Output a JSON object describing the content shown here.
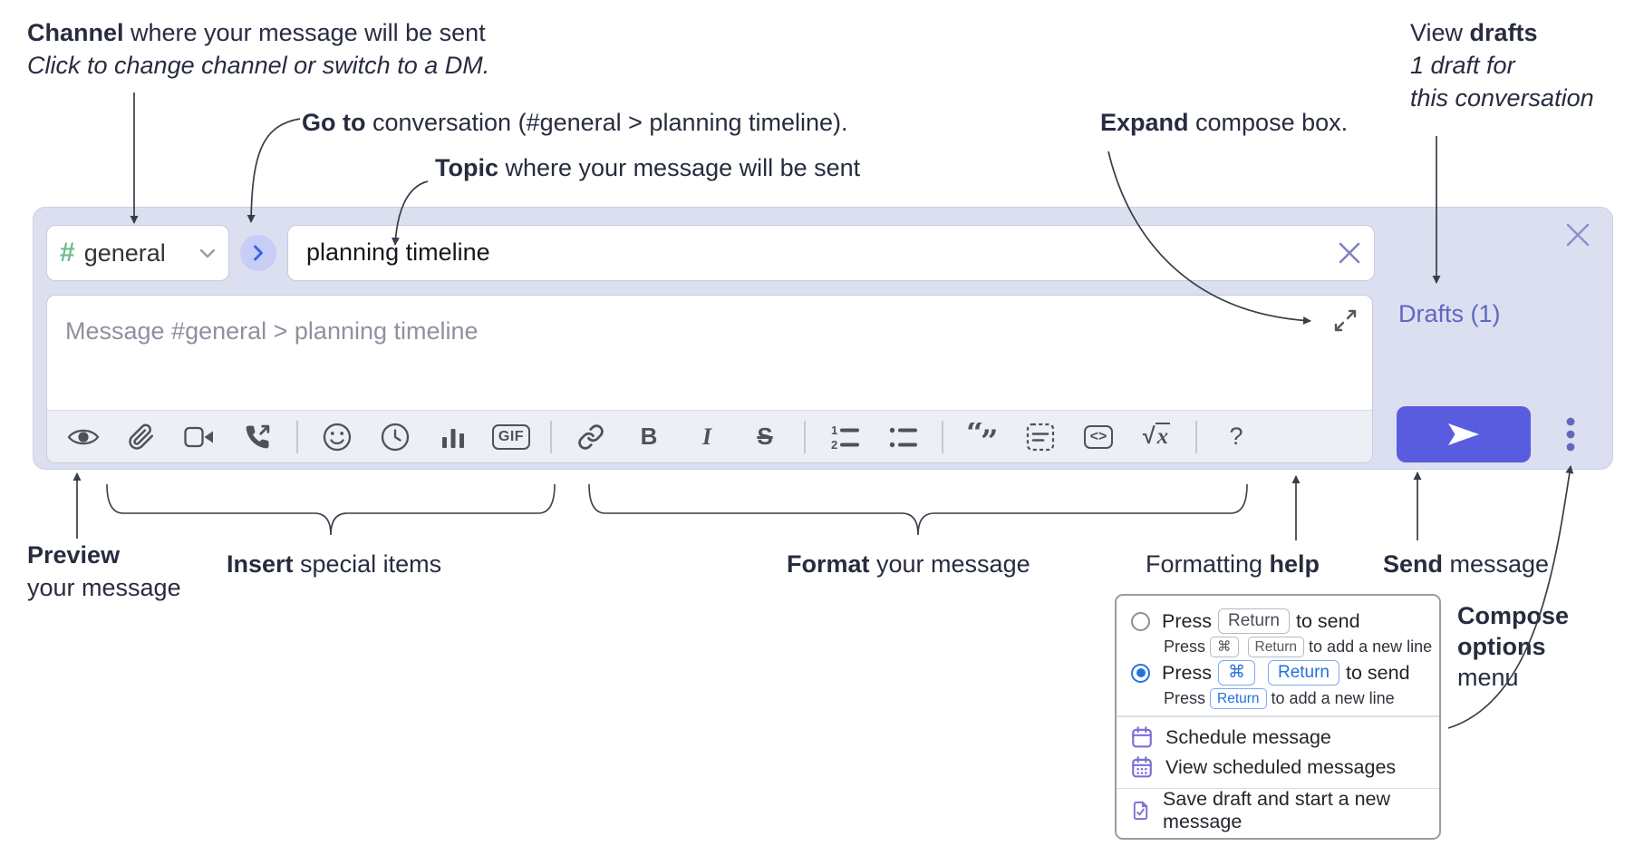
{
  "colors": {
    "accent_indigo": "#5a5ce0",
    "compose_bg": "#dbdff0",
    "drafts_link": "#6067bf",
    "channel_hash_green": "#6cbe8c",
    "goto_chevron_blue": "#3c63e9",
    "key_blue": "#2470df",
    "menu_icon_purple": "#7a70d6"
  },
  "annotations": {
    "channel": {
      "bold": "Channel",
      "rest": " where your message will be sent",
      "line2": "Click to change channel or switch to a DM."
    },
    "goto": {
      "bold": "Go to",
      "rest": " conversation (#general > planning timeline)."
    },
    "topic": {
      "bold": "Topic",
      "rest": " where your message will be sent"
    },
    "expand": {
      "bold": "Expand",
      "rest": " compose box."
    },
    "view_drafts": {
      "prefix": "View ",
      "bold": "drafts",
      "line2": "1 draft for",
      "line3": "this conversation"
    },
    "preview": {
      "bold": "Preview",
      "line2": "your message"
    },
    "insert": {
      "bold": "Insert",
      "rest": " special items"
    },
    "format": {
      "bold": "Format",
      "rest": " your message"
    },
    "formatting_help": {
      "prefix": "Formatting ",
      "bold": "help"
    },
    "send": {
      "bold": "Send",
      "rest": " message"
    },
    "compose_options": {
      "line1": "Compose",
      "line2": "options",
      "line3": "menu"
    }
  },
  "compose": {
    "hash": "#",
    "channel_name": "general",
    "topic_value": "planning timeline",
    "message_placeholder": "Message #general > planning timeline",
    "drafts_link": "Drafts (1)"
  },
  "toolbar": {
    "icons": [
      "preview-eye",
      "paperclip",
      "video-camera",
      "phone-call",
      "smiley",
      "clock",
      "poll-bar-chart",
      "gif",
      "link",
      "bold",
      "italic",
      "strikethrough",
      "numbered-list",
      "bulleted-list",
      "quote",
      "spoiler",
      "code",
      "math",
      "help"
    ],
    "gif": "GIF",
    "bold": "B",
    "italic": "I",
    "strike": "S",
    "code": "<>",
    "math_radical": "√",
    "math_x": "x",
    "quote_open": "“",
    "quote_close": "”",
    "ol_1": "1",
    "ol_2": "2",
    "help": "?"
  },
  "popup": {
    "opt1": {
      "press": "Press",
      "key1": "Return",
      "tail": "to send",
      "sub_press": "Press",
      "sub_key1": "⌘",
      "sub_key2": "Return",
      "sub_tail": "to add a new line"
    },
    "opt2": {
      "press": "Press",
      "key1": "⌘",
      "key2": "Return",
      "tail": "to send",
      "sub_press": "Press",
      "sub_key1": "Return",
      "sub_tail": "to add a new line"
    },
    "item1": "Schedule message",
    "item2": "View scheduled messages",
    "item3": "Save draft and start a new message"
  }
}
